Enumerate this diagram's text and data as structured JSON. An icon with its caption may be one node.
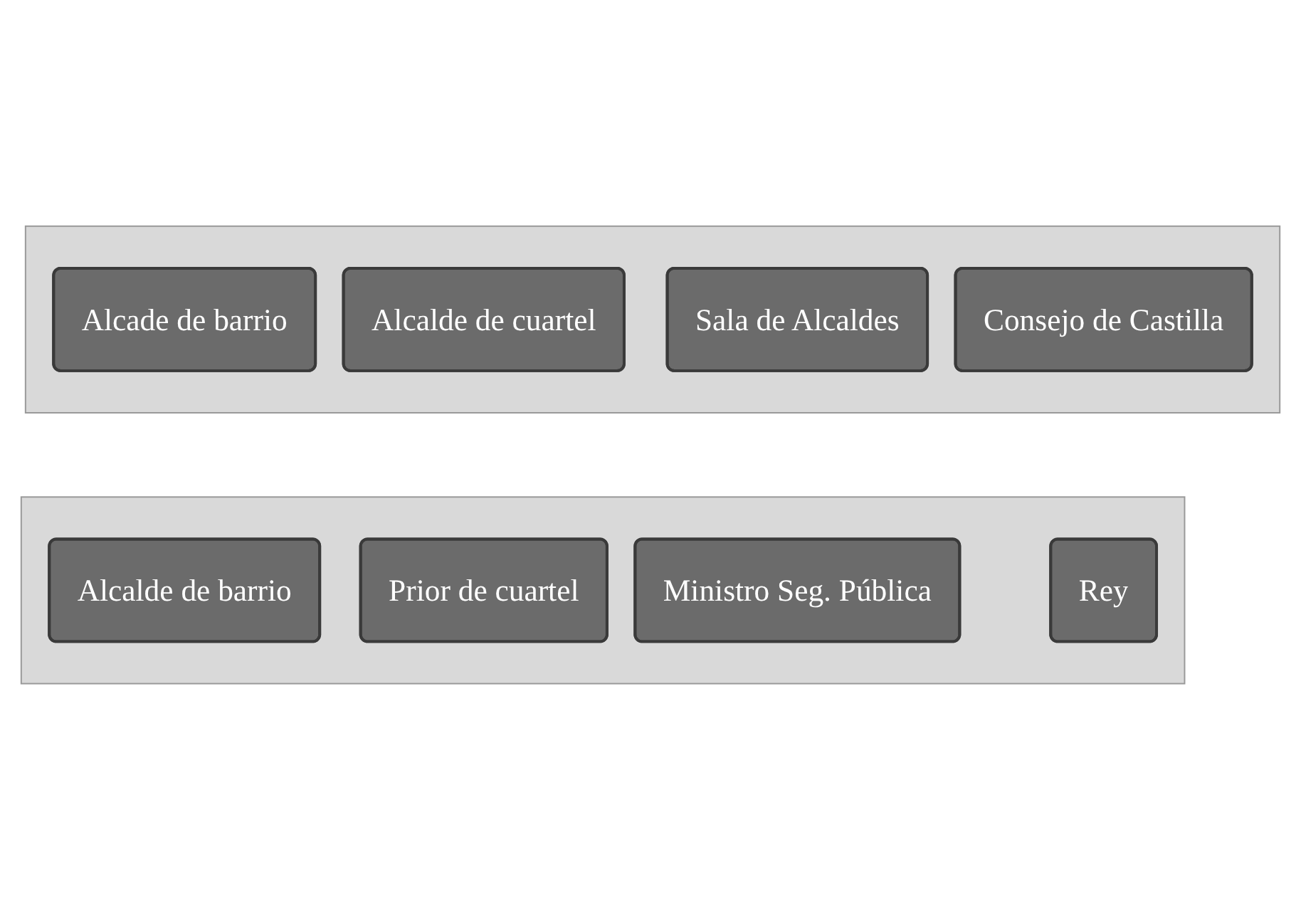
{
  "diagram": {
    "nodes": [
      {
        "text": [],
        "shape": "arrow"
      },
      {
        "text": [
          "Alcade de barrio"
        ],
        "in": 0
      },
      {
        "text": [
          "Alcalde de cuartel"
        ],
        "in": 0
      },
      {
        "text": [
          "Sala de Alcaldes"
        ],
        "in": 0
      },
      {
        "text": [
          "Consejo de Castilla"
        ],
        "in": 0
      },
      {
        "text": [],
        "shape": "arrow"
      },
      {
        "text": [
          "Alcalde de barrio"
        ],
        "in": 5
      },
      {
        "text": [
          "Prior de cuartel"
        ],
        "in": 5
      },
      {
        "text": [
          "Ministro Seg. Pública"
        ],
        "in": 5
      },
      {
        "text": [
          "Rey"
        ],
        "in": 5
      }
    ]
  }
}
